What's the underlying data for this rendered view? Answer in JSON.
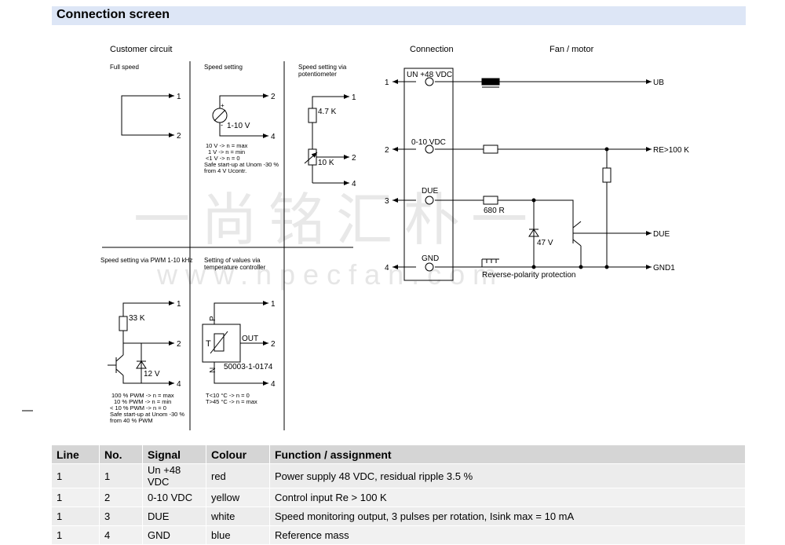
{
  "title": "Connection screen",
  "customer": {
    "heading": "Customer circuit",
    "full_speed": {
      "label": "Full speed",
      "t1": "1",
      "t2": "2"
    },
    "speed_setting": {
      "label": "Speed setting",
      "voltage": "1-10 V",
      "plus": "+",
      "minus": "-",
      "t2": "2",
      "t4": "4",
      "notes": [
        "10 V -> n = max",
        "1 V -> n = min",
        "<1 V -> n = 0",
        "Safe start-up at Unom -30 %",
        "from 4 V Ucontr."
      ]
    },
    "potentiometer": {
      "label1": "Speed setting via",
      "label2": "potentiometer",
      "r1": "4.7 K",
      "r2": "10 K",
      "t1": "1",
      "t2": "2",
      "t4": "4"
    },
    "pwm": {
      "label": "Speed setting via PWM 1-10 kHz",
      "resistor": "33 K",
      "zener": "12 V",
      "t1": "1",
      "t2": "2",
      "t4": "4",
      "notes": [
        "100 % PWM -> n = max",
        "10 % PWM -> n = min",
        "< 10 % PWM -> n = 0",
        "Safe start-up at Unom -30 %",
        "from 40 % PWM"
      ]
    },
    "temperature": {
      "label1": "Setting of values via",
      "label2": "temperature controller",
      "p": "P",
      "n": "N",
      "t": "T",
      "out": "OUT",
      "part": "50003-1-0174",
      "t1": "1",
      "t2": "2",
      "t4": "4",
      "notes": [
        "T<10 °C -> n = 0",
        "T>45 °C -> n = max"
      ]
    }
  },
  "connection": {
    "heading": "Connection",
    "fan_heading": "Fan / motor",
    "lines": [
      {
        "num": "1",
        "label": "UN +48 VDC",
        "right": "UB"
      },
      {
        "num": "2",
        "label": "0-10 VDC",
        "right": "RE>100 K"
      },
      {
        "num": "3",
        "label": "DUE",
        "right": "DUE"
      },
      {
        "num": "4",
        "label": "GND",
        "right": "GND1"
      }
    ],
    "resistor_680": "680 R",
    "zener_47": "47 V",
    "reverse": "Reverse-polarity protection"
  },
  "watermark": {
    "cn": "一尚铭汇朴一",
    "url": "www.hpecfan.com"
  },
  "table": {
    "headers": [
      "Line",
      "No.",
      "Signal",
      "Colour",
      "Function / assignment"
    ],
    "rows": [
      [
        "1",
        "1",
        "Un +48 VDC",
        "red",
        "Power supply 48 VDC, residual ripple 3.5 %"
      ],
      [
        "1",
        "2",
        "0-10 VDC",
        "yellow",
        "Control input Re > 100 K"
      ],
      [
        "1",
        "3",
        "DUE",
        "white",
        "Speed monitoring output, 3 pulses per rotation, Isink max = 10 mA"
      ],
      [
        "1",
        "4",
        "GND",
        "blue",
        "Reference mass"
      ]
    ]
  }
}
